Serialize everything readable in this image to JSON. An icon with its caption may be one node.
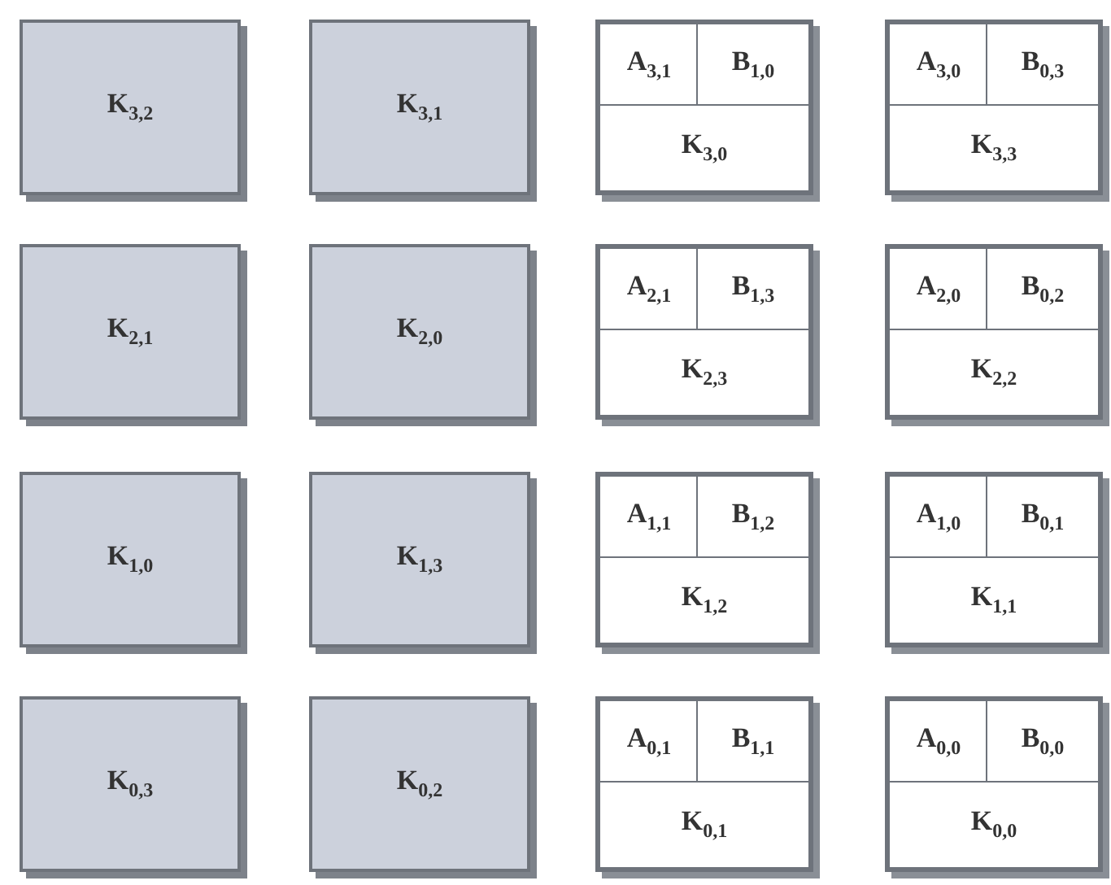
{
  "diagram": {
    "nodes": [
      {
        "text": [
          "K$_{3,2}$"
        ]
      },
      {
        "text": [
          "K$_{3,1}$"
        ]
      },
      {
        "text": [],
        "shape": "box"
      },
      {
        "text": [
          "A$_{3,1}$"
        ],
        "in": 2
      },
      {
        "text": [
          "B$_{1,0}$"
        ],
        "in": 2
      },
      {
        "text": [
          "K$_{3,0}$"
        ],
        "in": 2
      },
      {
        "text": [],
        "shape": "box"
      },
      {
        "text": [
          "A$_{3,0}$"
        ],
        "in": 6
      },
      {
        "text": [
          "B$_{0,3}$"
        ],
        "in": 6
      },
      {
        "text": [
          "K$_{3,3}$"
        ],
        "in": 6
      },
      {
        "text": [
          "K$_{2,1}$"
        ]
      },
      {
        "text": [
          "K$_{2,0}$"
        ]
      },
      {
        "text": [],
        "shape": "box"
      },
      {
        "text": [
          "A$_{2,1}$"
        ],
        "in": 12
      },
      {
        "text": [
          "B$_{1,3}$"
        ],
        "in": 12
      },
      {
        "text": [
          "K$_{2,3}$"
        ],
        "in": 12
      },
      {
        "text": [],
        "shape": "box"
      },
      {
        "text": [
          "A$_{2,0}$"
        ],
        "in": 16
      },
      {
        "text": [
          "B$_{0,2}$"
        ],
        "in": 16
      },
      {
        "text": [
          "K$_{2,2}$"
        ],
        "in": 16
      },
      {
        "text": [
          "K$_{1,0}$"
        ]
      },
      {
        "text": [
          "K$_{1,3}$"
        ]
      },
      {
        "text": [],
        "shape": "box"
      },
      {
        "text": [
          "A$_{1,1}$"
        ],
        "in": 22
      },
      {
        "text": [
          "B$_{1,2}$"
        ],
        "in": 22
      },
      {
        "text": [
          "K$_{1,2}$"
        ],
        "in": 22
      },
      {
        "text": [],
        "shape": "box"
      },
      {
        "text": [
          "A$_{1,0}$"
        ],
        "in": 26
      },
      {
        "text": [
          "B$_{0,1}$"
        ],
        "in": 26
      },
      {
        "text": [
          "K$_{1,1}$"
        ],
        "in": 26
      },
      {
        "text": [
          "K$_{0,3}$"
        ]
      },
      {
        "text": [
          "K$_{0,2}$"
        ]
      },
      {
        "text": [],
        "shape": "box"
      },
      {
        "text": [
          "A$_{0,1}$"
        ],
        "in": 32
      },
      {
        "text": [
          "B$_{1,1}$"
        ],
        "in": 32
      },
      {
        "text": [
          "K$_{0,1}$"
        ],
        "in": 32
      },
      {
        "text": [],
        "shape": "box"
      },
      {
        "text": [
          "A$_{0,0}$"
        ],
        "in": 36
      },
      {
        "text": [
          "B$_{0,0}$"
        ],
        "in": 36
      },
      {
        "text": [
          "K$_{0,0}$"
        ],
        "in": 36
      }
    ]
  }
}
